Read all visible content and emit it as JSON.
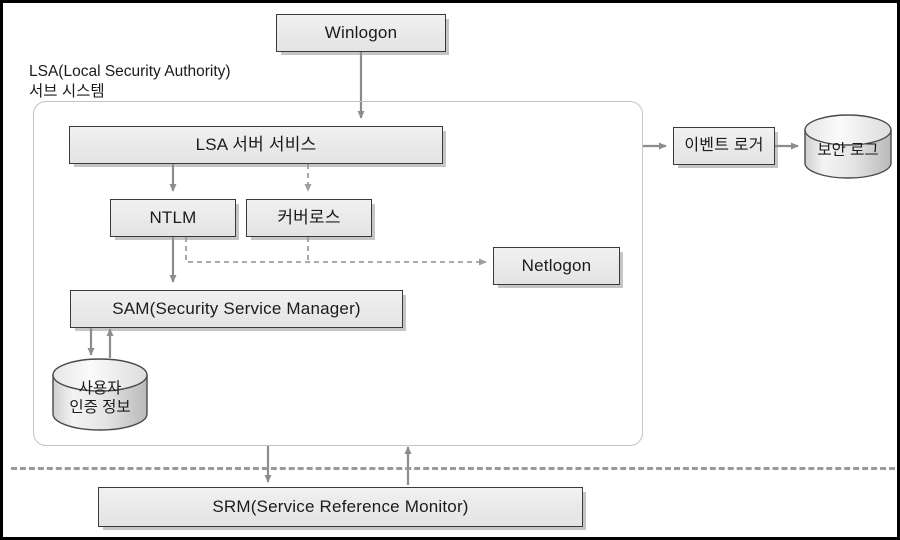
{
  "diagram": {
    "title_hidden": "",
    "group": {
      "label": "LSA(Local Security Authority)\n서브 시스템",
      "name": "lsa-subsystem-group"
    },
    "nodes": {
      "winlogon": "Winlogon",
      "lsa_server_service": "LSA 서버 서비스",
      "ntlm": "NTLM",
      "kerberos": "커버로스",
      "netlogon": "Netlogon",
      "sam": "SAM(Security Service Manager)",
      "event_logger": "이벤트 로거",
      "srm": "SRM(Service Reference Monitor)"
    },
    "datastores": {
      "security_log": "보안 로그",
      "user_auth_info_line1": "사용자",
      "user_auth_info_line2": "인증 정보"
    },
    "colors": {
      "node_fill": "#ebebeb",
      "node_border": "#3a3a3a",
      "group_border": "#c3c3c3",
      "connector": "#8c8c8c",
      "divider": "#9a9a9a",
      "canvas_border": "#000000",
      "text": "#1b1b1b"
    },
    "connectors": [
      {
        "from": "winlogon",
        "to": "lsa_server_service",
        "style": "solid"
      },
      {
        "from": "lsa_server_service",
        "to": "ntlm",
        "style": "solid"
      },
      {
        "from": "lsa_server_service",
        "to": "kerberos",
        "style": "dashed"
      },
      {
        "from": "lsa_server_service",
        "to": "event_logger",
        "style": "solid"
      },
      {
        "from": "event_logger",
        "to": "security_log",
        "style": "solid"
      },
      {
        "from": "ntlm",
        "to": "sam",
        "style": "solid"
      },
      {
        "from": "ntlm",
        "to": "netlogon",
        "style": "dashed"
      },
      {
        "from": "kerberos",
        "to": "netlogon",
        "style": "dashed"
      },
      {
        "from": "sam",
        "to": "user_auth_info",
        "style": "solid"
      },
      {
        "from": "user_auth_info",
        "to": "sam",
        "style": "solid"
      },
      {
        "from": "lsa_subsystem",
        "to": "srm",
        "style": "solid"
      },
      {
        "from": "srm",
        "to": "lsa_subsystem",
        "style": "solid"
      }
    ]
  }
}
